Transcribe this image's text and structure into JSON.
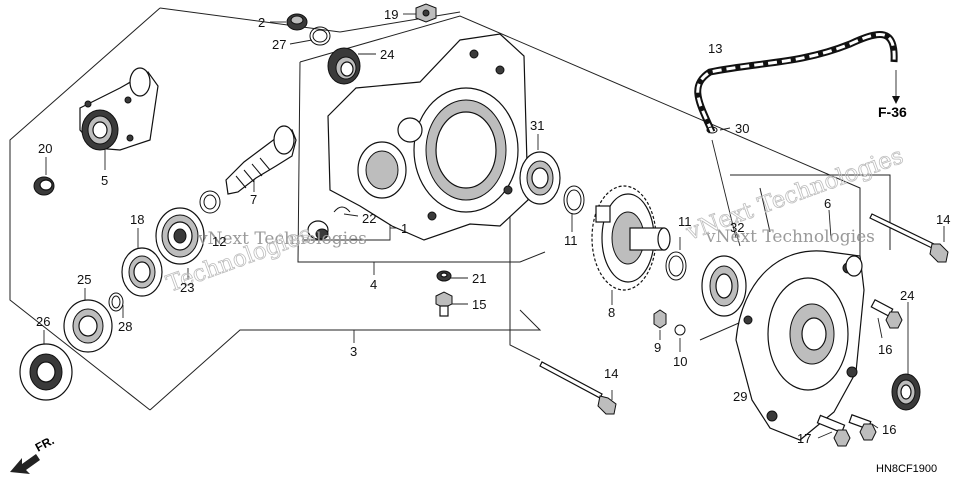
{
  "diagram": {
    "labels": {
      "p2": "2",
      "p27": "27",
      "p19": "19",
      "p24a": "24",
      "p24b": "24",
      "p20": "20",
      "p5": "5",
      "p7": "7",
      "p18": "18",
      "p12": "12",
      "p23": "23",
      "p25": "25",
      "p28": "28",
      "p26": "26",
      "p22": "22",
      "p1": "1",
      "p4": "4",
      "p21": "21",
      "p15": "15",
      "p3": "3",
      "p31": "31",
      "p11a": "11",
      "p11b": "11",
      "p8": "8",
      "p9": "9",
      "p10": "10",
      "p14a": "14",
      "p14b": "14",
      "p13": "13",
      "p30": "30",
      "p32": "32",
      "p6": "6",
      "p16a": "16",
      "p16b": "16",
      "p17": "17",
      "p29": "29"
    },
    "reference_label": "F-36",
    "diagram_code": "HN8CF1900",
    "direction_label": "FR.",
    "watermark_top": "vNext Technologies",
    "watermark_bottom": "Technologies",
    "watermark_right": "vNext Technologies",
    "watermark_right_big": "vNext Technologies"
  }
}
